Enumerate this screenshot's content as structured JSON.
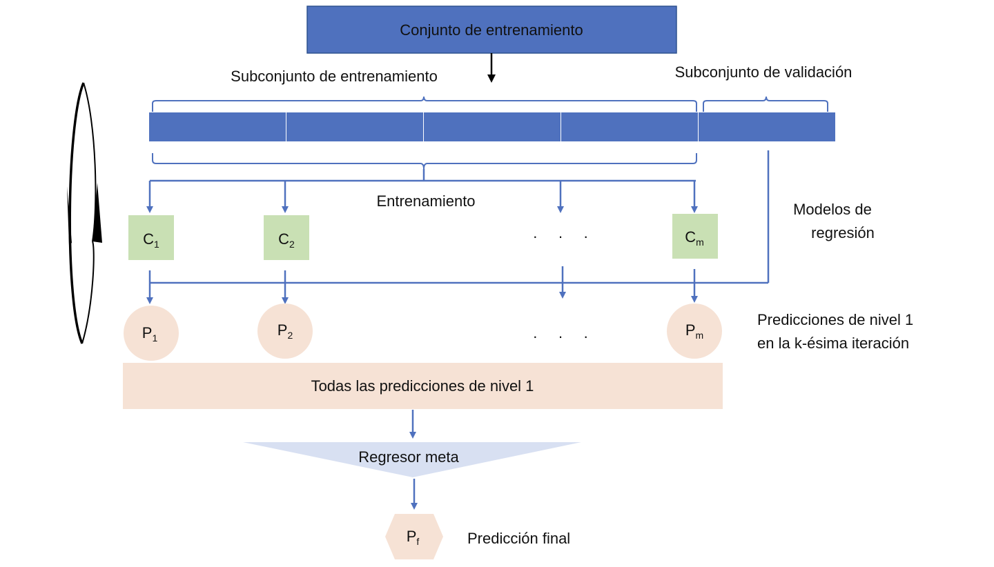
{
  "title_box": {
    "label": "Conjunto de entrenamiento"
  },
  "labels": {
    "training_subset": "Subconjunto de entrenamiento",
    "validation_subset": "Subconjunto de validación",
    "training": "Entrenamiento",
    "models": [
      "Modelos de",
      "regresión"
    ],
    "predictions": [
      "Predicciones de nivel 1",
      "en la k-ésima iteración"
    ],
    "all_predictions": "Todas las predicciones de nivel 1",
    "meta": "Regresor meta",
    "final": "Predicción final",
    "ellipsis": ".     .     ."
  },
  "models": [
    {
      "letter": "C",
      "sub": "1"
    },
    {
      "letter": "C",
      "sub": "2"
    },
    {
      "letter": "C",
      "sub": "m"
    }
  ],
  "predictions": [
    {
      "letter": "P",
      "sub": "1"
    },
    {
      "letter": "P",
      "sub": "2"
    },
    {
      "letter": "P",
      "sub": "m"
    }
  ],
  "final_node": {
    "letter": "P",
    "sub": "f"
  },
  "colors": {
    "blue": "#4f71be",
    "green": "#c9e0b4",
    "peach": "#f6e2d5",
    "lavender": "#d8e0f2",
    "arrow": "#4f71be",
    "black": "#000000"
  }
}
